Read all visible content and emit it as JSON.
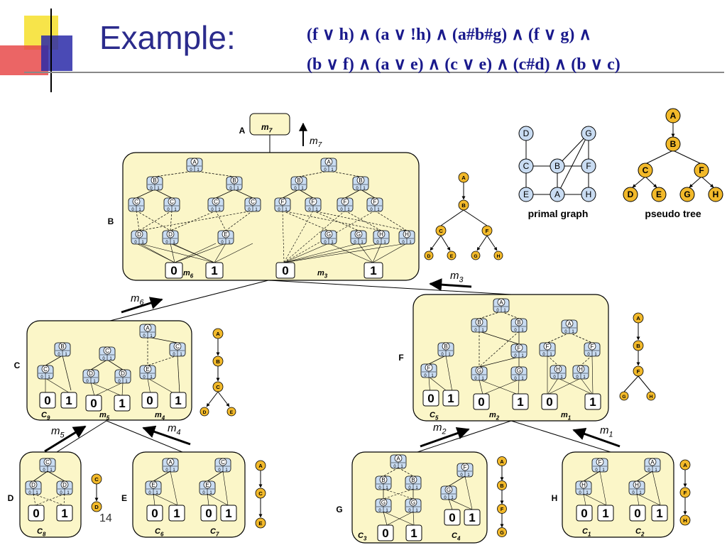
{
  "slide": {
    "title": "Example:",
    "formula_line1": "(f ∨ h) ∧ (a ∨ !h) ∧ (a#b#g) ∧ (f ∨ g) ∧",
    "formula_line2": "(b ∨ f) ∧ (a ∨ e) ∧ (c ∨ e) ∧ (c#d) ∧ (b ∨ c)",
    "page_number": "14"
  },
  "colors": {
    "box_fill": "#fbf6c8",
    "node_fill": "#c9dcf2",
    "pseudo_node_fill": "#f2b92a",
    "graph_node_fill": "#c9dcf2",
    "title_color": "#2b2b8c",
    "formula_color": "#1a1a8c"
  },
  "cluster_labels": {
    "A": "A",
    "B": "B",
    "C": "C",
    "D": "D",
    "E": "E",
    "F": "F",
    "G": "G",
    "H": "H"
  },
  "messages": {
    "m7": "m",
    "m7_sub": "7",
    "m6": "m",
    "m6_sub": "6",
    "m3": "m",
    "m3_sub": "3",
    "m5": "m",
    "m5_sub": "5",
    "m4": "m",
    "m4_sub": "4",
    "m2": "m",
    "m2_sub": "2",
    "m1": "m",
    "m1_sub": "1"
  },
  "box_labels": {
    "top_m7": "m",
    "top_m7_sub": "7",
    "m6": "m",
    "m6_sub": "6",
    "m3": "m",
    "m3_sub": "3",
    "c9": "C",
    "c9_sub": "9",
    "m5": "m",
    "m5_sub": "5",
    "m4": "m",
    "m4_sub": "4",
    "c5": "C",
    "c5_sub": "5",
    "m2": "m",
    "m2_sub": "2",
    "m1": "m",
    "m1_sub": "1",
    "c8": "C",
    "c8_sub": "8",
    "c6": "C",
    "c6_sub": "6",
    "c7": "C",
    "c7_sub": "7",
    "c3": "C",
    "c3_sub": "3",
    "c4": "C",
    "c4_sub": "4",
    "c1": "C",
    "c1_sub": "1",
    "c2": "C",
    "c2_sub": "2"
  },
  "primal_graph": {
    "caption": "primal graph",
    "nodes": [
      "D",
      "G",
      "C",
      "B",
      "F",
      "E",
      "A",
      "H"
    ]
  },
  "pseudo_tree": {
    "caption": "pseudo tree",
    "nodes": [
      "A",
      "B",
      "C",
      "F",
      "D",
      "E",
      "G",
      "H"
    ]
  },
  "node_domain": [
    "0",
    "1"
  ],
  "terminals": {
    "zero": "0",
    "one": "1"
  }
}
